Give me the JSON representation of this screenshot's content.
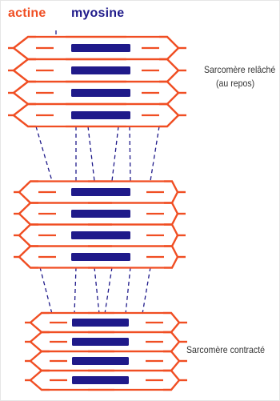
{
  "legend": {
    "actin_label": "actine",
    "myosin_label": "myosine"
  },
  "labels": {
    "relaxed_line1": "Sarcomère relâché",
    "relaxed_line2": "(au repos)",
    "contracted": "Sarcomère contracté"
  },
  "colors": {
    "actin": "#f04e23",
    "myosin": "#1f1a8a",
    "dashed_guides": "#1f1a8a",
    "text": "#333333"
  },
  "sarcomere_states": [
    {
      "state": "relaxed",
      "rows": 4
    },
    {
      "state": "intermediate",
      "rows": 4
    },
    {
      "state": "contracted",
      "rows": 4
    }
  ]
}
